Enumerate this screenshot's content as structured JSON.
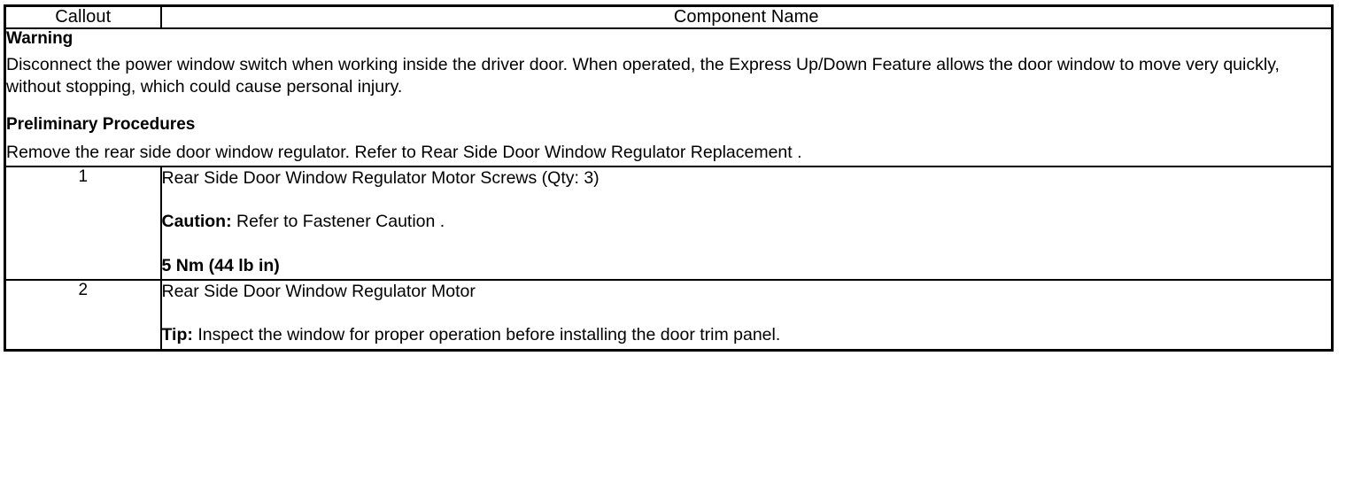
{
  "table": {
    "headers": {
      "callout": "Callout",
      "component_name": "Component Name"
    },
    "notice_block": {
      "warning_heading": "Warning",
      "warning_text": "Disconnect the power window switch when working inside the driver door. When operated, the Express Up/Down Feature allows the door window to move very quickly, without stopping, which could cause personal injury.",
      "preliminary_heading": "Preliminary Procedures",
      "preliminary_text": "Remove the rear side door window regulator. Refer to Rear Side Door Window Regulator Replacement ."
    },
    "rows": [
      {
        "callout": "1",
        "component": "Rear Side Door Window Regulator Motor Screws (Qty: 3)",
        "caution_label": "Caution:",
        "caution_text": "Refer to Fastener Caution .",
        "torque": "5 Nm (44 lb in)"
      },
      {
        "callout": "2",
        "component": "Rear Side Door Window Regulator Motor",
        "tip_label": "Tip:",
        "tip_text": "Inspect the window for proper operation before installing the door trim panel."
      }
    ]
  }
}
